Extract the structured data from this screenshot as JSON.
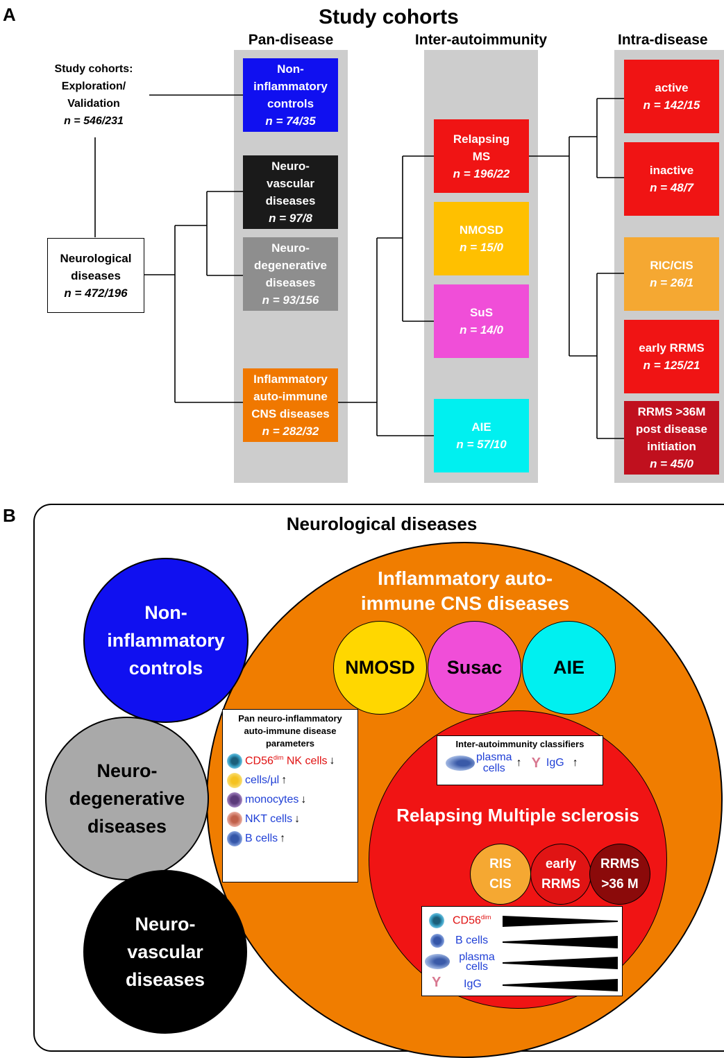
{
  "panel_a": {
    "label": "A",
    "title": "Study cohorts",
    "columns": [
      "Pan-disease",
      "Inter-autoimmunity",
      "Intra-disease"
    ],
    "study": {
      "line1": "Study cohorts:",
      "line2": "Exploration/",
      "line3": "Validation",
      "n": "n = 546/231"
    },
    "neuro": {
      "line1": "Neurological",
      "line2": "diseases",
      "n": "n = 472/196"
    },
    "pan": [
      {
        "lines": [
          "Non-",
          "inflammatory",
          "controls"
        ],
        "n": "n = 74/35",
        "color": "#1010f0"
      },
      {
        "lines": [
          "Neuro-",
          "vascular",
          "diseases"
        ],
        "n": "n = 97/8",
        "color": "#1a1a1a"
      },
      {
        "lines": [
          "Neuro-",
          "degenerative",
          "diseases"
        ],
        "n": "n = 93/156",
        "color": "#8e8e8e"
      },
      {
        "lines": [
          "Inflammatory",
          "auto-immune",
          "CNS diseases"
        ],
        "n": "n = 282/32",
        "color": "#f07800"
      }
    ],
    "inter": [
      {
        "lines": [
          "Relapsing",
          "MS"
        ],
        "n": "n = 196/22",
        "color": "#f01414"
      },
      {
        "lines": [
          "NMOSD"
        ],
        "n": "n = 15/0",
        "color": "#ffc000"
      },
      {
        "lines": [
          "SuS"
        ],
        "n": "n = 14/0",
        "color": "#f04ed8"
      },
      {
        "lines": [
          "AIE"
        ],
        "n": "n = 57/10",
        "color": "#00f0f0"
      }
    ],
    "intra": [
      {
        "lines": [
          "active"
        ],
        "n": "n = 142/15",
        "color": "#f01414"
      },
      {
        "lines": [
          "inactive"
        ],
        "n": "n = 48/7",
        "color": "#f01414"
      },
      {
        "lines": [
          "RIC/CIS"
        ],
        "n": "n = 26/1",
        "color": "#f5a832"
      },
      {
        "lines": [
          "early RRMS"
        ],
        "n": "n = 125/21",
        "color": "#f01414"
      },
      {
        "lines": [
          "RRMS >36M",
          "post disease",
          "initiation"
        ],
        "n": "n = 45/0",
        "color": "#c0101e"
      }
    ]
  },
  "panel_b": {
    "label": "B",
    "title": "Neurological diseases",
    "non_inflammatory": [
      "Non-",
      "inflammatory",
      "controls"
    ],
    "neurodegenerative": [
      "Neuro-",
      "degenerative",
      "diseases"
    ],
    "neurovascular": [
      "Neuro-",
      "vascular",
      "diseases"
    ],
    "inflammatory": [
      "Inflammatory auto-",
      "immune CNS diseases"
    ],
    "nmosd": "NMOSD",
    "susac": "Susac",
    "aie": "AIE",
    "rms": "Relapsing Multiple sclerosis",
    "ris": [
      "RIS",
      "CIS"
    ],
    "early": [
      "early",
      "RRMS"
    ],
    "rrms36": [
      "RRMS",
      ">36 M"
    ],
    "pan_params": {
      "title": [
        "Pan neuro-inflammatory",
        "auto-immune disease",
        "parameters"
      ],
      "rows": [
        {
          "icon": "nk-cell-icon",
          "text": "CD56",
          "sup": "dim",
          "text2": " NK cells",
          "arrow": "↓",
          "color": "red"
        },
        {
          "icon": "cells-icon",
          "text": "cells/µl",
          "arrow": "↑",
          "color": "blue"
        },
        {
          "icon": "monocyte-icon",
          "text": "monocytes",
          "arrow": "↓",
          "color": "blue"
        },
        {
          "icon": "nkt-cell-icon",
          "text": "NKT cells",
          "arrow": "↓",
          "color": "blue"
        },
        {
          "icon": "b-cell-icon",
          "text": "B cells",
          "arrow": "↑",
          "color": "blue"
        }
      ]
    },
    "inter_classifiers": {
      "title": "Inter-autoimmunity classifiers",
      "plasma": [
        "plasma",
        "cells"
      ],
      "igg": "IgG",
      "arrow": "↑"
    },
    "intra_panel": {
      "rows": [
        {
          "text": "CD56",
          "sup": "dim",
          "color": "red",
          "trend": "decreasing"
        },
        {
          "text": "B cells",
          "color": "blue",
          "trend": "increasing"
        },
        {
          "text": "plasma cells",
          "color": "blue",
          "trend": "increasing"
        },
        {
          "text": "IgG",
          "color": "blue",
          "trend": "increasing"
        }
      ]
    }
  }
}
